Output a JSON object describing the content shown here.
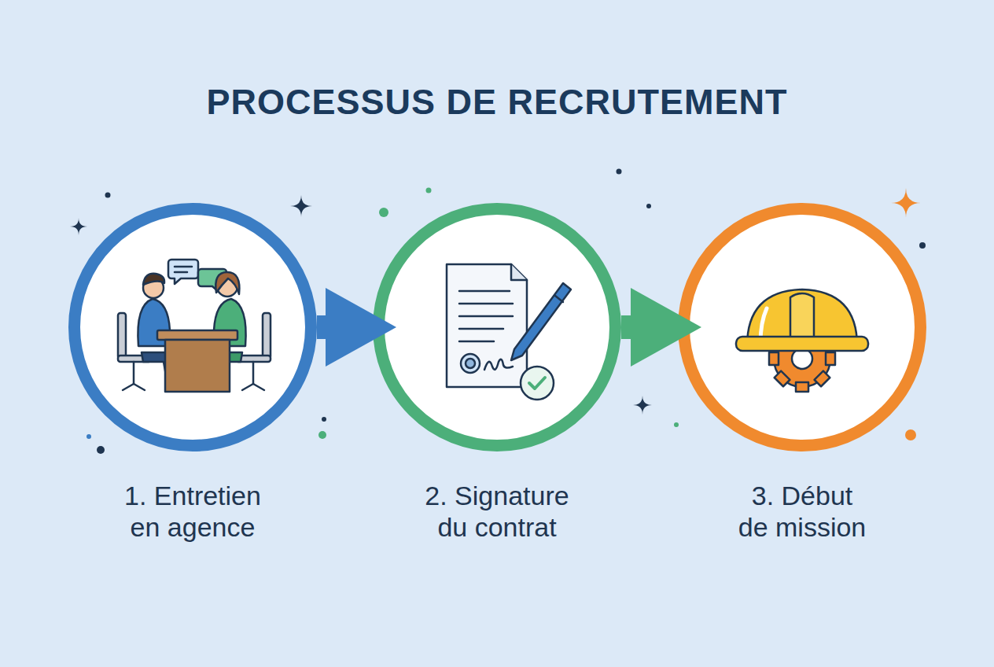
{
  "diagram": {
    "title": "PROCESSUS DE RECRUTEMENT",
    "nodes": [
      {
        "text": [
          "1. Entretien en agence"
        ]
      },
      {
        "text": [
          "2. Signature du contrat"
        ]
      },
      {
        "text": [
          "3. Début de mission"
        ]
      }
    ],
    "edges": [
      {
        "from": 0,
        "to": 1,
        "arrow": "to"
      },
      {
        "from": 1,
        "to": 2,
        "arrow": "to"
      }
    ]
  }
}
